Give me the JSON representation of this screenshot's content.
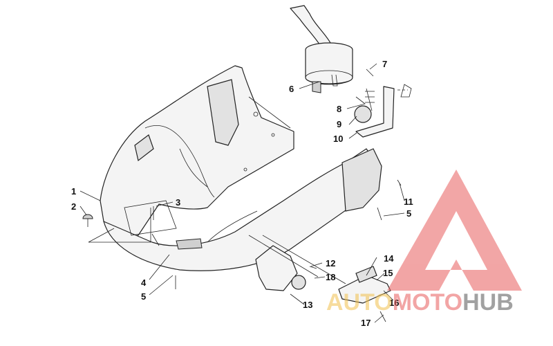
{
  "callouts": {
    "c1": "1",
    "c2": "2",
    "c3": "3",
    "c4": "4",
    "c5a": "5",
    "c5b": "5",
    "c6": "6",
    "c7": "7",
    "c8": "8",
    "c9": "9",
    "c10": "10",
    "c11": "11",
    "c12": "12",
    "c13": "13",
    "c14": "14",
    "c15": "15",
    "c16": "16",
    "c17": "17",
    "c18": "18"
  },
  "watermark": {
    "word_a": "AUTO",
    "word_b": "MOTO",
    "word_c": "HUB",
    "color_a": "#f2c14e",
    "color_b": "#e85c5c",
    "color_c": "#555555",
    "triangle_color": "#e85c5c"
  }
}
